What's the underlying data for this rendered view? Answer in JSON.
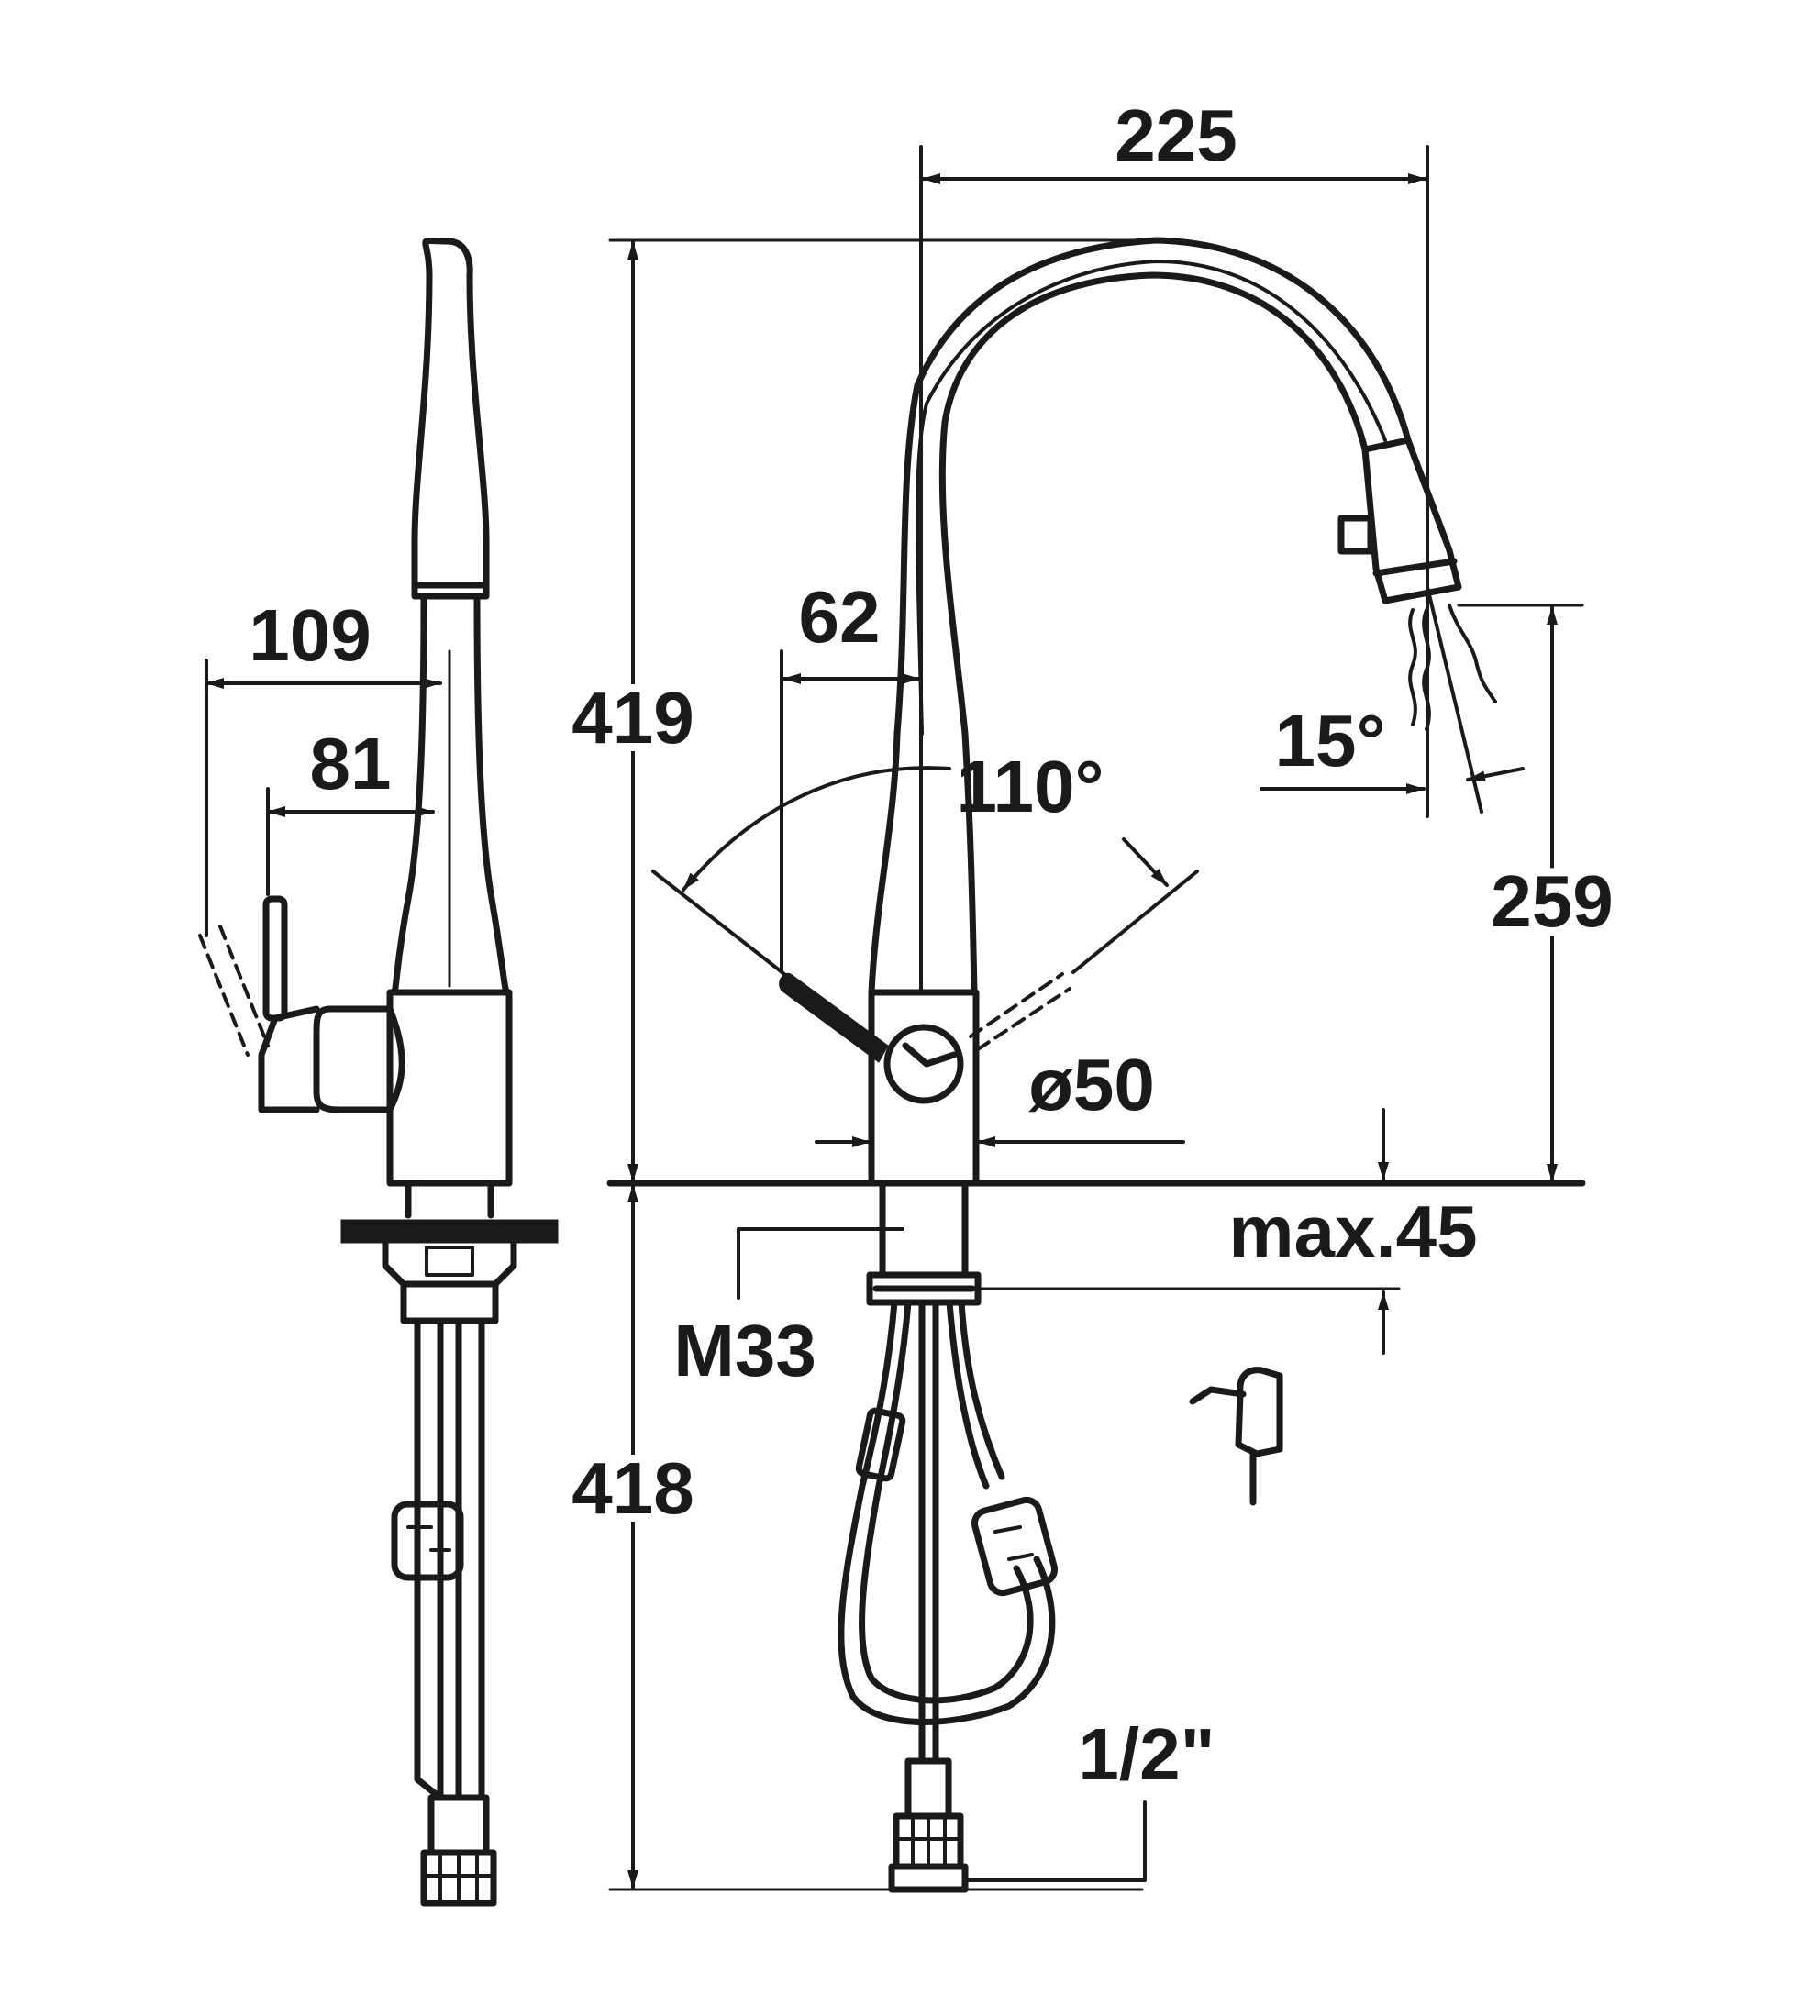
{
  "dimensions": {
    "spout_reach": "225",
    "total_height": "419",
    "lever_offset": "62",
    "lever_angle": "110°",
    "spray_angle": "15°",
    "spout_height": "259",
    "base_diameter": "ø50",
    "counter_thickness": "max.45",
    "thread": "M33",
    "hose_length": "418",
    "connection": "1/2\"",
    "side_lever_outer": "109",
    "side_lever_inner": "81"
  },
  "colors": {
    "line": "#1a1a1a",
    "background": "#ffffff"
  }
}
